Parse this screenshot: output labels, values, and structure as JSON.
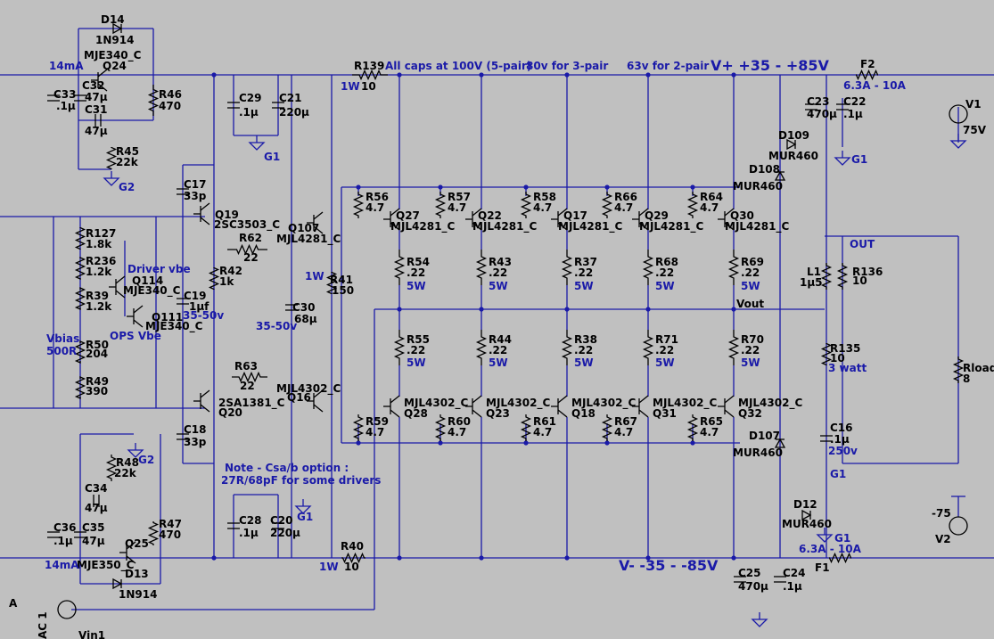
{
  "annotations": {
    "caps_note": "All caps at 100V (5-pair)",
    "note_3pair": "80v for 3-pair",
    "note_2pair": "63v for 2-pair",
    "rail_pos": "V+ +35  -  +85V",
    "rail_neg": "V- -35 -  -85V",
    "ma_top": "14mA",
    "ma_bot": "14mA",
    "driver_vbe": "Driver vbe",
    "ops_vbe": "OPS Vbe",
    "vbias": "Vbias",
    "vbias_val": "500R",
    "v35a": "35-50v",
    "v35b": "35-50v",
    "note1": "Note - Csa/b option :",
    "note2": "27R/68pF for some drivers",
    "out": "OUT",
    "vout": "Vout",
    "w1a": "1W",
    "w1b": "1W",
    "w1c": "1W",
    "watt3": "3 watt",
    "v250": "250v",
    "node_a": "A",
    "ac": "AC 1"
  },
  "components": [
    {
      "ref": "D14",
      "val": "1N914"
    },
    {
      "ref": "Q24",
      "val": "MJE340_C"
    },
    {
      "ref": "C33",
      "val": ".1µ"
    },
    {
      "ref": "C32",
      "val": "47µ"
    },
    {
      "ref": "C31",
      "val": "47µ"
    },
    {
      "ref": "R46",
      "val": "470"
    },
    {
      "ref": "R45",
      "val": "22k"
    },
    {
      "ref": "G2",
      "val": ""
    },
    {
      "ref": "R139",
      "val": "10"
    },
    {
      "ref": "C29",
      "val": ".1µ"
    },
    {
      "ref": "C21",
      "val": "220µ"
    },
    {
      "ref": "G1",
      "val": ""
    },
    {
      "ref": "C17",
      "val": "33p"
    },
    {
      "ref": "Q19",
      "val": "2SC3503_C"
    },
    {
      "ref": "Q107",
      "val": "MJL4281_C"
    },
    {
      "ref": "R62",
      "val": "22"
    },
    {
      "ref": "R127",
      "val": "1.8k"
    },
    {
      "ref": "R236",
      "val": "1.2k"
    },
    {
      "ref": "Q114",
      "val": "MJE340_C"
    },
    {
      "ref": "R39",
      "val": "1.2k"
    },
    {
      "ref": "Q111",
      "val": "MJE340_C"
    },
    {
      "ref": "R42",
      "val": "1k"
    },
    {
      "ref": "C19",
      "val": "1µf"
    },
    {
      "ref": "R41",
      "val": "150"
    },
    {
      "ref": "C30",
      "val": "68µ"
    },
    {
      "ref": "R50",
      "val": "204"
    },
    {
      "ref": "R49",
      "val": "390"
    },
    {
      "ref": "R63",
      "val": "22"
    },
    {
      "ref": "Q20",
      "val": "2SA1381_C"
    },
    {
      "ref": "Q16",
      "val": "MJL4302_C"
    },
    {
      "ref": "C18",
      "val": "33p"
    },
    {
      "ref": "R48",
      "val": "22k"
    },
    {
      "ref": "C34",
      "val": "47µ"
    },
    {
      "ref": "C36",
      "val": ".1µ"
    },
    {
      "ref": "C35",
      "val": "47µ"
    },
    {
      "ref": "Q25",
      "val": "MJE350_C"
    },
    {
      "ref": "R47",
      "val": "470"
    },
    {
      "ref": "D13",
      "val": "1N914"
    },
    {
      "ref": "C28",
      "val": ".1µ"
    },
    {
      "ref": "C20",
      "val": "220µ"
    },
    {
      "ref": "R40",
      "val": "10"
    },
    {
      "ref": "R56",
      "val": "4.7"
    },
    {
      "ref": "R57",
      "val": "4.7"
    },
    {
      "ref": "R58",
      "val": "4.7"
    },
    {
      "ref": "R66",
      "val": "4.7"
    },
    {
      "ref": "R64",
      "val": "4.7"
    },
    {
      "ref": "Q27",
      "val": "MJL4281_C"
    },
    {
      "ref": "Q22",
      "val": "MJL4281_C"
    },
    {
      "ref": "Q17",
      "val": "MJL4281_C"
    },
    {
      "ref": "Q29",
      "val": "MJL4281_C"
    },
    {
      "ref": "Q30",
      "val": "MJL4281_C"
    },
    {
      "ref": "R54",
      "val": ".22"
    },
    {
      "ref": "R43",
      "val": ".22"
    },
    {
      "ref": "R37",
      "val": ".22"
    },
    {
      "ref": "R68",
      "val": ".22"
    },
    {
      "ref": "R69",
      "val": ".22"
    },
    {
      "ref": "R55",
      "val": ".22"
    },
    {
      "ref": "R44",
      "val": ".22"
    },
    {
      "ref": "R38",
      "val": ".22"
    },
    {
      "ref": "R71",
      "val": ".22"
    },
    {
      "ref": "R70",
      "val": ".22"
    },
    {
      "ref": "Q28",
      "val": "MJL4302_C"
    },
    {
      "ref": "Q23",
      "val": "MJL4302_C"
    },
    {
      "ref": "Q18",
      "val": "MJL4302_C"
    },
    {
      "ref": "Q31",
      "val": "MJL4302_C"
    },
    {
      "ref": "Q32",
      "val": "MJL4302_C"
    },
    {
      "ref": "R59",
      "val": "4.7"
    },
    {
      "ref": "R60",
      "val": "4.7"
    },
    {
      "ref": "R61",
      "val": "4.7"
    },
    {
      "ref": "R67",
      "val": "4.7"
    },
    {
      "ref": "R65",
      "val": "4.7"
    },
    {
      "ref": "F2",
      "val": "6.3A - 10A"
    },
    {
      "ref": "C23",
      "val": "470µ"
    },
    {
      "ref": "C22",
      "val": ".1µ"
    },
    {
      "ref": "V1",
      "val": "75V"
    },
    {
      "ref": "D109",
      "val": "MUR460"
    },
    {
      "ref": "D108",
      "val": "MUR460"
    },
    {
      "ref": "L1",
      "val": "1µ5"
    },
    {
      "ref": "R136",
      "val": "10"
    },
    {
      "ref": "R135",
      "val": "10"
    },
    {
      "ref": "Rload",
      "val": "8"
    },
    {
      "ref": "C16",
      "val": ".1µ"
    },
    {
      "ref": "D107",
      "val": "MUR460"
    },
    {
      "ref": "D12",
      "val": "MUR460"
    },
    {
      "ref": "F1",
      "val": "6.3A - 10A"
    },
    {
      "ref": "V2",
      "val": "-75"
    },
    {
      "ref": "C25",
      "val": "470µ"
    },
    {
      "ref": "C24",
      "val": ".1µ"
    },
    {
      "ref": "Vin1",
      "val": ""
    }
  ],
  "watts": {
    "R54": "5W",
    "R43": "5W",
    "R37": "5W",
    "R68": "5W",
    "R69": "5W",
    "R55": "5W",
    "R44": "5W",
    "R38": "5W",
    "R71": "5W",
    "R70": "5W"
  }
}
